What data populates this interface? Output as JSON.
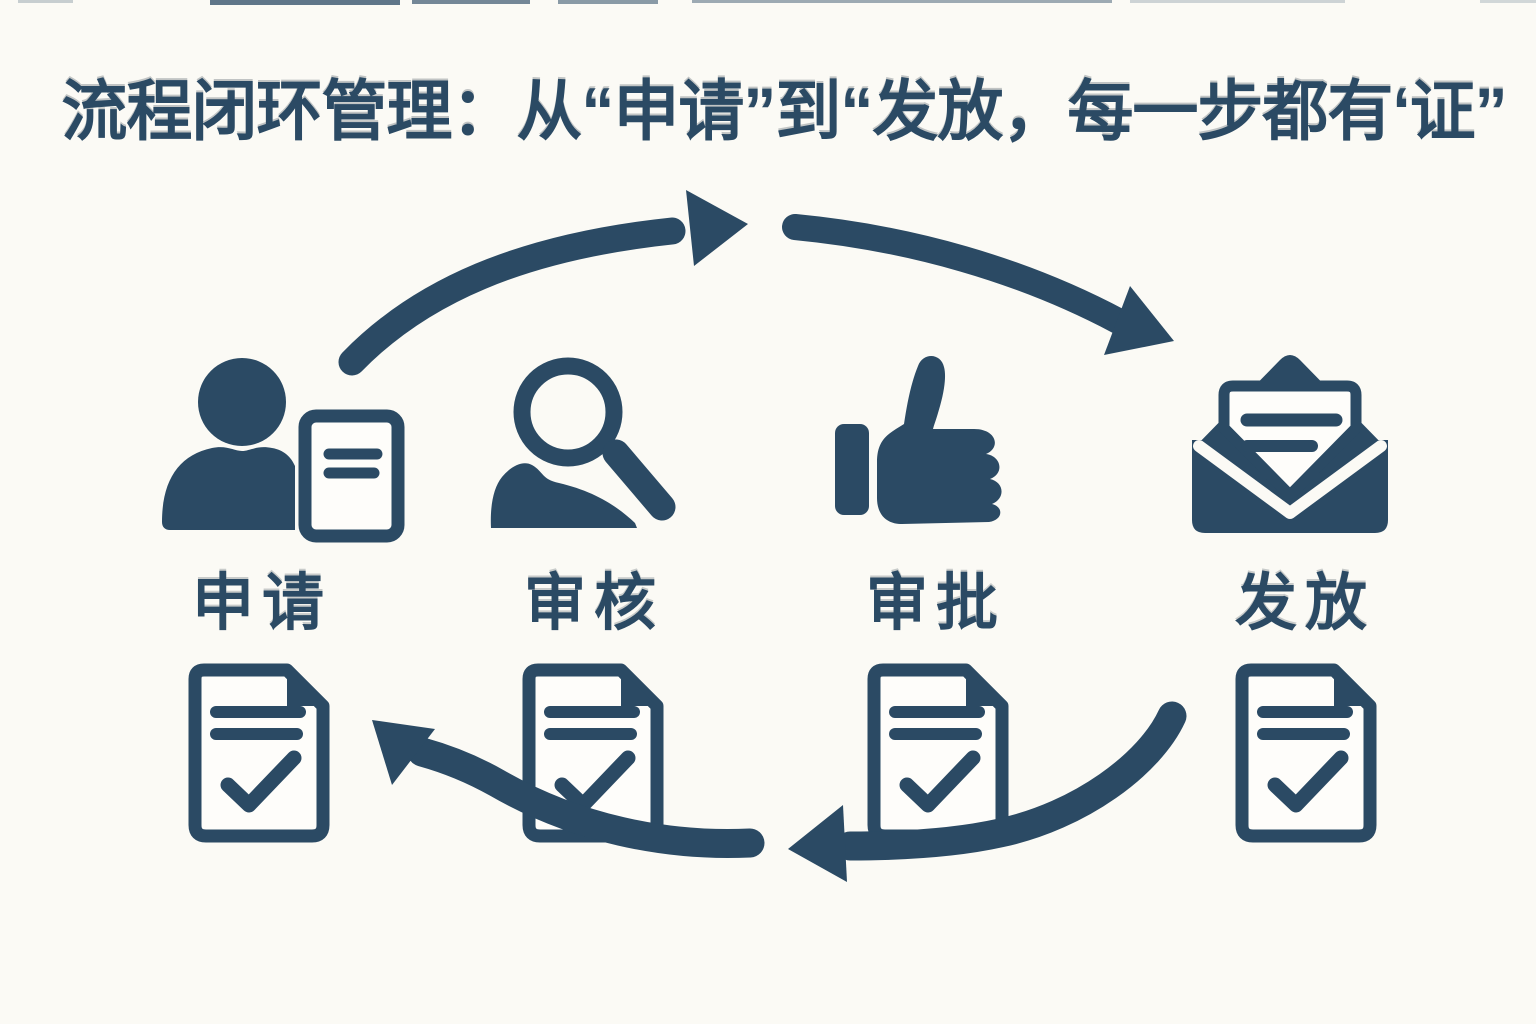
{
  "title": "流程闭环管理：从“申请”到“发放，每一步都有‘证”",
  "steps": [
    {
      "label": "申请",
      "icon": "person-document-icon"
    },
    {
      "label": "审核",
      "icon": "magnifier-review-icon"
    },
    {
      "label": "审批",
      "icon": "thumbs-up-icon"
    },
    {
      "label": "发放",
      "icon": "open-envelope-icon"
    }
  ],
  "certificate_documents": {
    "icon": "document-check-icon",
    "count": 4
  },
  "flow": {
    "shape": "closed-loop",
    "top_direction": "left-to-right",
    "bottom_direction": "right-to-left"
  },
  "colors": {
    "ink": "#2b4a64",
    "background": "#fbfaf5",
    "paper": "#fefdfa"
  }
}
